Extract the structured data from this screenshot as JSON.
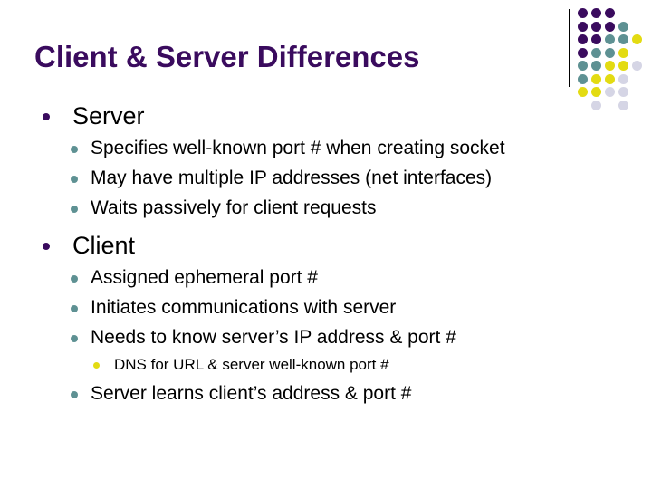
{
  "slide": {
    "title": "Client & Server Differences",
    "title_color": "#3A0B5E",
    "background_color": "#ffffff"
  },
  "decoration": {
    "divider_color": "#000000",
    "palette": {
      "purple": "#3A0B5E",
      "teal": "#5E9193",
      "yellow": "#E3DB12",
      "lavender": "#D5D5E5"
    },
    "dot_grid": {
      "columns": 5,
      "rows": 8,
      "cells": [
        [
          "purple",
          "purple",
          "purple",
          "none",
          "none"
        ],
        [
          "purple",
          "purple",
          "purple",
          "teal",
          "none"
        ],
        [
          "purple",
          "purple",
          "teal",
          "teal",
          "yellow"
        ],
        [
          "purple",
          "teal",
          "teal",
          "yellow",
          "none"
        ],
        [
          "teal",
          "teal",
          "yellow",
          "yellow",
          "lavender"
        ],
        [
          "teal",
          "yellow",
          "yellow",
          "lavender",
          "none"
        ],
        [
          "yellow",
          "yellow",
          "lavender",
          "lavender",
          "none"
        ],
        [
          "none",
          "lavender",
          "none",
          "lavender",
          "none"
        ]
      ]
    }
  },
  "content": {
    "bullets": [
      {
        "level": 1,
        "marker": "purple",
        "text": "Server"
      },
      {
        "level": 2,
        "marker": "teal",
        "text": "Specifies well-known port # when creating socket"
      },
      {
        "level": 2,
        "marker": "teal",
        "text": "May have multiple IP addresses (net interfaces)"
      },
      {
        "level": 2,
        "marker": "teal",
        "text": "Waits passively for client requests"
      },
      {
        "level": 1,
        "marker": "purple",
        "text": "Client"
      },
      {
        "level": 2,
        "marker": "teal",
        "text": "Assigned ephemeral port #"
      },
      {
        "level": 2,
        "marker": "teal",
        "text": "Initiates communications with server"
      },
      {
        "level": 2,
        "marker": "teal",
        "text": "Needs to know server’s IP address & port #"
      },
      {
        "level": 3,
        "marker": "yellow",
        "text": "DNS for URL & server well-known port #"
      },
      {
        "level": 2,
        "marker": "teal",
        "text": "Server learns client’s address & port #"
      }
    ]
  }
}
